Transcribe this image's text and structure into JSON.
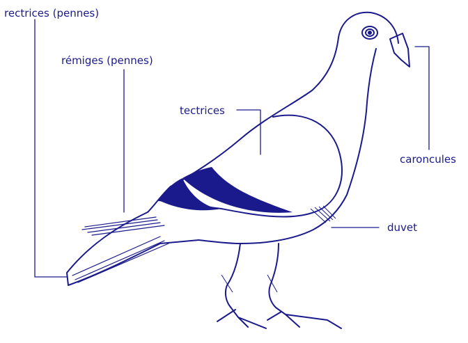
{
  "colors": {
    "ink": "#1a1a8c",
    "background": "#ffffff"
  },
  "labels": {
    "rectrices": "rectrices (pennes)",
    "remiges": "rémiges (pennes)",
    "tectrices": "tectrices",
    "caroncules": "caroncules",
    "duvet": "duvet"
  }
}
